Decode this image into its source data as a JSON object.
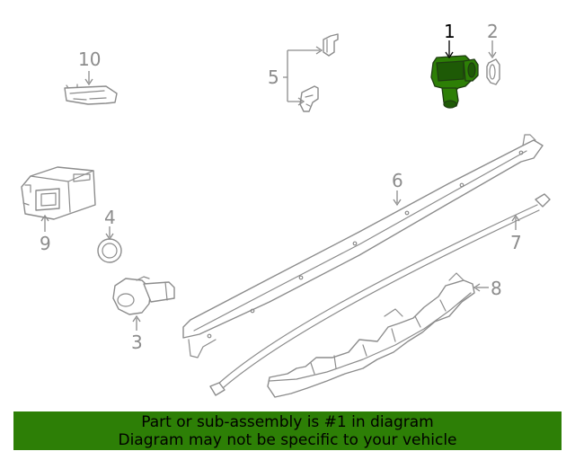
{
  "callouts": {
    "c1": "1",
    "c2": "2",
    "c3": "3",
    "c4": "4",
    "c5": "5",
    "c6": "6",
    "c7": "7",
    "c8": "8",
    "c9": "9",
    "c10": "10"
  },
  "highlighted_part": "1",
  "colors": {
    "highlight": "#2d7f06",
    "outline": "#8c8c8c",
    "banner": "#2d7f06"
  },
  "banner": {
    "line1": "Part or sub-assembly is #1 in diagram",
    "line2": "Diagram may not be specific to your vehicle"
  }
}
